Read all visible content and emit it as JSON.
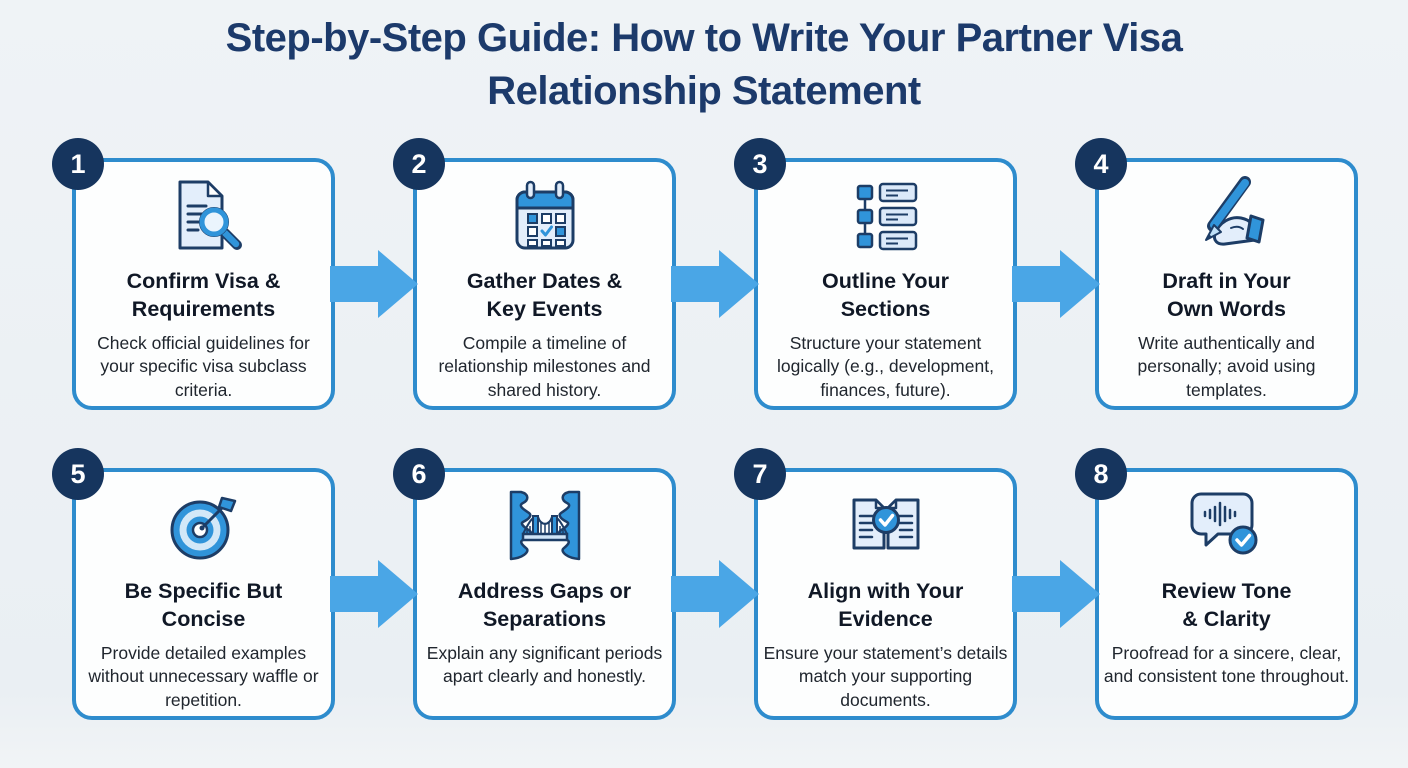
{
  "title": {
    "line1": "Step-by-Step Guide: How to Write Your Partner Visa",
    "line2": "Relationship Statement"
  },
  "theme": {
    "background": "#edf1f4",
    "card_border": "#2e8ccd",
    "card_background": "#fdfefe",
    "arrow_color": "#4aa6e6",
    "badge_background": "#16355e",
    "title_color": "#1c3a6b",
    "heading_color": "#101826",
    "body_color": "#20262e",
    "icon_blue": "#3094da",
    "icon_navy": "#1d3d66",
    "icon_light_fill": "#e3eefb"
  },
  "steps": [
    {
      "number": "1",
      "icon": "document-magnifier-icon",
      "title_lines": [
        "Confirm Visa &",
        "Requirements"
      ],
      "description": "Check official guidelines for your specific visa subclass criteria."
    },
    {
      "number": "2",
      "icon": "calendar-icon",
      "title_lines": [
        "Gather Dates &",
        "Key Events"
      ],
      "description": "Compile a timeline of relationship milestones and shared history."
    },
    {
      "number": "3",
      "icon": "outline-list-icon",
      "title_lines": [
        "Outline Your",
        "Sections"
      ],
      "description": "Structure your statement logically (e.g., development, finances, future)."
    },
    {
      "number": "4",
      "icon": "writing-hand-icon",
      "title_lines": [
        "Draft in Your",
        "Own Words"
      ],
      "description": "Write authentically and personally; avoid using templates."
    },
    {
      "number": "5",
      "icon": "target-icon",
      "title_lines": [
        "Be Specific But",
        "Concise"
      ],
      "description": "Provide detailed examples without unnecessary waffle or repetition."
    },
    {
      "number": "6",
      "icon": "bridge-gap-icon",
      "title_lines": [
        "Address Gaps or",
        "Separations"
      ],
      "description": "Explain any significant periods apart clearly and honestly."
    },
    {
      "number": "7",
      "icon": "documents-check-icon",
      "title_lines": [
        "Align with Your",
        "Evidence"
      ],
      "description": "Ensure your statement’s details match your sup­porting documents."
    },
    {
      "number": "8",
      "icon": "speech-check-icon",
      "title_lines": [
        "Review Tone",
        "& Clarity"
      ],
      "description": "Proofread for a sincere, clear, and consistent tone throughout."
    }
  ]
}
